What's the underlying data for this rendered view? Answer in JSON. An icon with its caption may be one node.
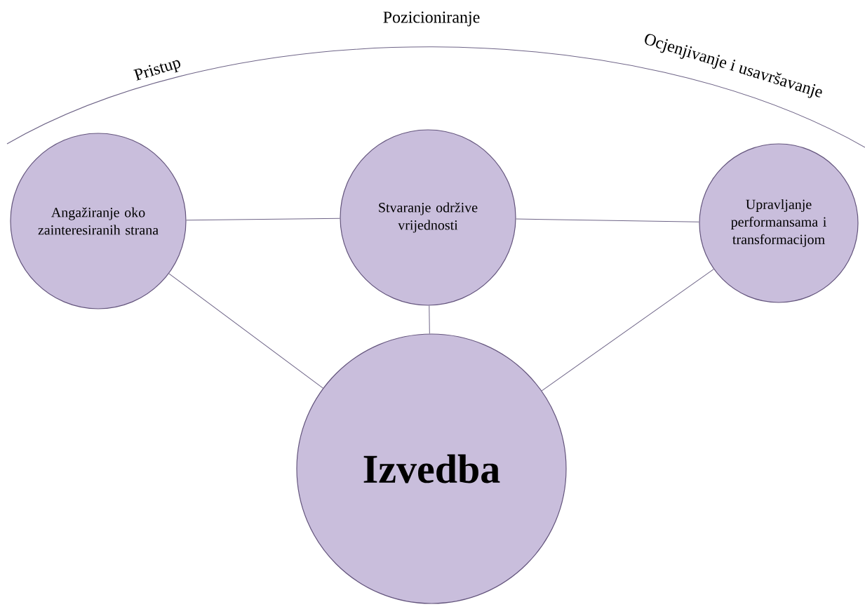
{
  "diagram": {
    "nodes": [
      {
        "text": [
          "Angažiranje oko zainteresiranih strana"
        ]
      },
      {
        "text": [
          "Stvaranje održive vrijednosti"
        ]
      },
      {
        "text": [
          "Upravljanje performansama i transformacijom"
        ]
      },
      {
        "text": [
          "Izvedba"
        ]
      }
    ],
    "edges": [
      {
        "from": 0,
        "to": 1,
        "arrow": "none"
      },
      {
        "from": 1,
        "to": 2,
        "arrow": "none"
      },
      {
        "from": 0,
        "to": 3,
        "arrow": "none"
      },
      {
        "from": 1,
        "to": 3,
        "arrow": "none"
      },
      {
        "from": 2,
        "to": 3,
        "arrow": "none"
      }
    ],
    "labels": [
      "Pozicioniranje",
      "Pristup",
      "Ocjenjivanje i usavršavanje"
    ]
  }
}
